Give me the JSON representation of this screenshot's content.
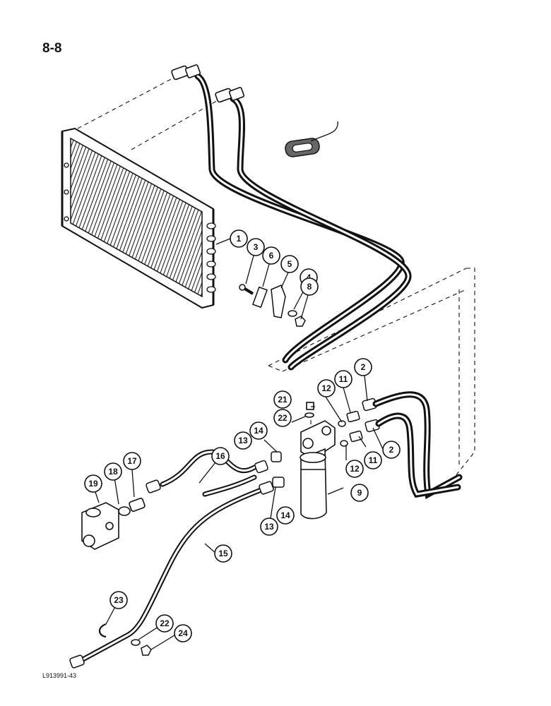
{
  "page": {
    "number": "8-8",
    "figure_code": "L913991-43"
  },
  "callouts": [
    {
      "id": "c1",
      "label": "1"
    },
    {
      "id": "c3",
      "label": "3"
    },
    {
      "id": "c6",
      "label": "6"
    },
    {
      "id": "c5",
      "label": "5"
    },
    {
      "id": "c4",
      "label": "4"
    },
    {
      "id": "c8",
      "label": "8"
    },
    {
      "id": "c2a",
      "label": "2"
    },
    {
      "id": "c11a",
      "label": "11"
    },
    {
      "id": "c12a",
      "label": "12"
    },
    {
      "id": "c21",
      "label": "21"
    },
    {
      "id": "c22a",
      "label": "22"
    },
    {
      "id": "c14a",
      "label": "14"
    },
    {
      "id": "c13a",
      "label": "13"
    },
    {
      "id": "c16",
      "label": "16"
    },
    {
      "id": "c17",
      "label": "17"
    },
    {
      "id": "c18",
      "label": "18"
    },
    {
      "id": "c19",
      "label": "19"
    },
    {
      "id": "c12b",
      "label": "12"
    },
    {
      "id": "c11b",
      "label": "11"
    },
    {
      "id": "c2b",
      "label": "2"
    },
    {
      "id": "c9",
      "label": "9"
    },
    {
      "id": "c14b",
      "label": "14"
    },
    {
      "id": "c13b",
      "label": "13"
    },
    {
      "id": "c15",
      "label": "15"
    },
    {
      "id": "c23",
      "label": "23"
    },
    {
      "id": "c22b",
      "label": "22"
    },
    {
      "id": "c24",
      "label": "24"
    }
  ]
}
